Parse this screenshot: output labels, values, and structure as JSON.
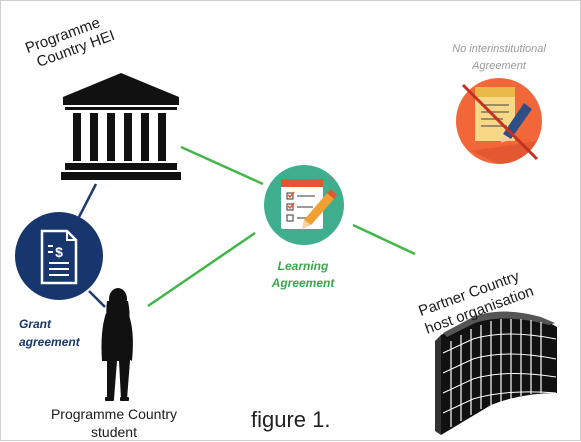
{
  "labels": {
    "hei_line1": "Programme",
    "hei_line2": "Country HEI",
    "no_agreement_line1": "No interinstitutional",
    "no_agreement_line2": "Agreement",
    "learning_line1": "Learning",
    "learning_line2": "Agreement",
    "grant_line1": "Grant",
    "grant_line2": "agreement",
    "partner_line1": "Partner Country",
    "partner_line2": "host organisation",
    "student_line1": "Programme Country",
    "student_line2": "student",
    "figure_caption": "figure 1."
  },
  "colors": {
    "connector_green": "#41b649",
    "connector_navy": "#1e3a6e",
    "learning_circle": "#3fae8f",
    "grant_circle": "#17366e",
    "no_agreement_circle": "#f2673a",
    "icon_black": "#111111"
  },
  "icons": {
    "hei": "university-building-icon",
    "learning": "checklist-pencil-icon",
    "grant": "invoice-document-icon",
    "no_agreement": "crossed-document-pencil-icon",
    "student": "person-silhouette-icon",
    "host": "office-tower-icon"
  }
}
